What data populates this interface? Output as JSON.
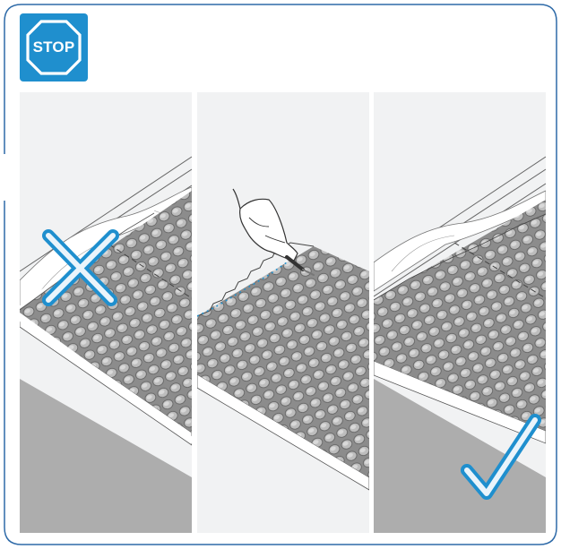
{
  "stop_badge": {
    "label": "STOP",
    "icon": "stop-sign-icon",
    "color": "#1f8fce"
  },
  "panels": [
    {
      "id": "wrong",
      "step": "incorrect-installation",
      "mark_icon": "cross-icon"
    },
    {
      "id": "fix",
      "step": "cut-membrane-edge",
      "mark_icon": "knife-icon"
    },
    {
      "id": "correct",
      "step": "correct-installation",
      "mark_icon": "checkmark-icon"
    }
  ],
  "colors": {
    "accent": "#1f8fce",
    "frame": "#2e6aa8",
    "panel_bg": "#f1f2f3",
    "floor": "#adadad",
    "membrane": "#8e8e8e"
  }
}
